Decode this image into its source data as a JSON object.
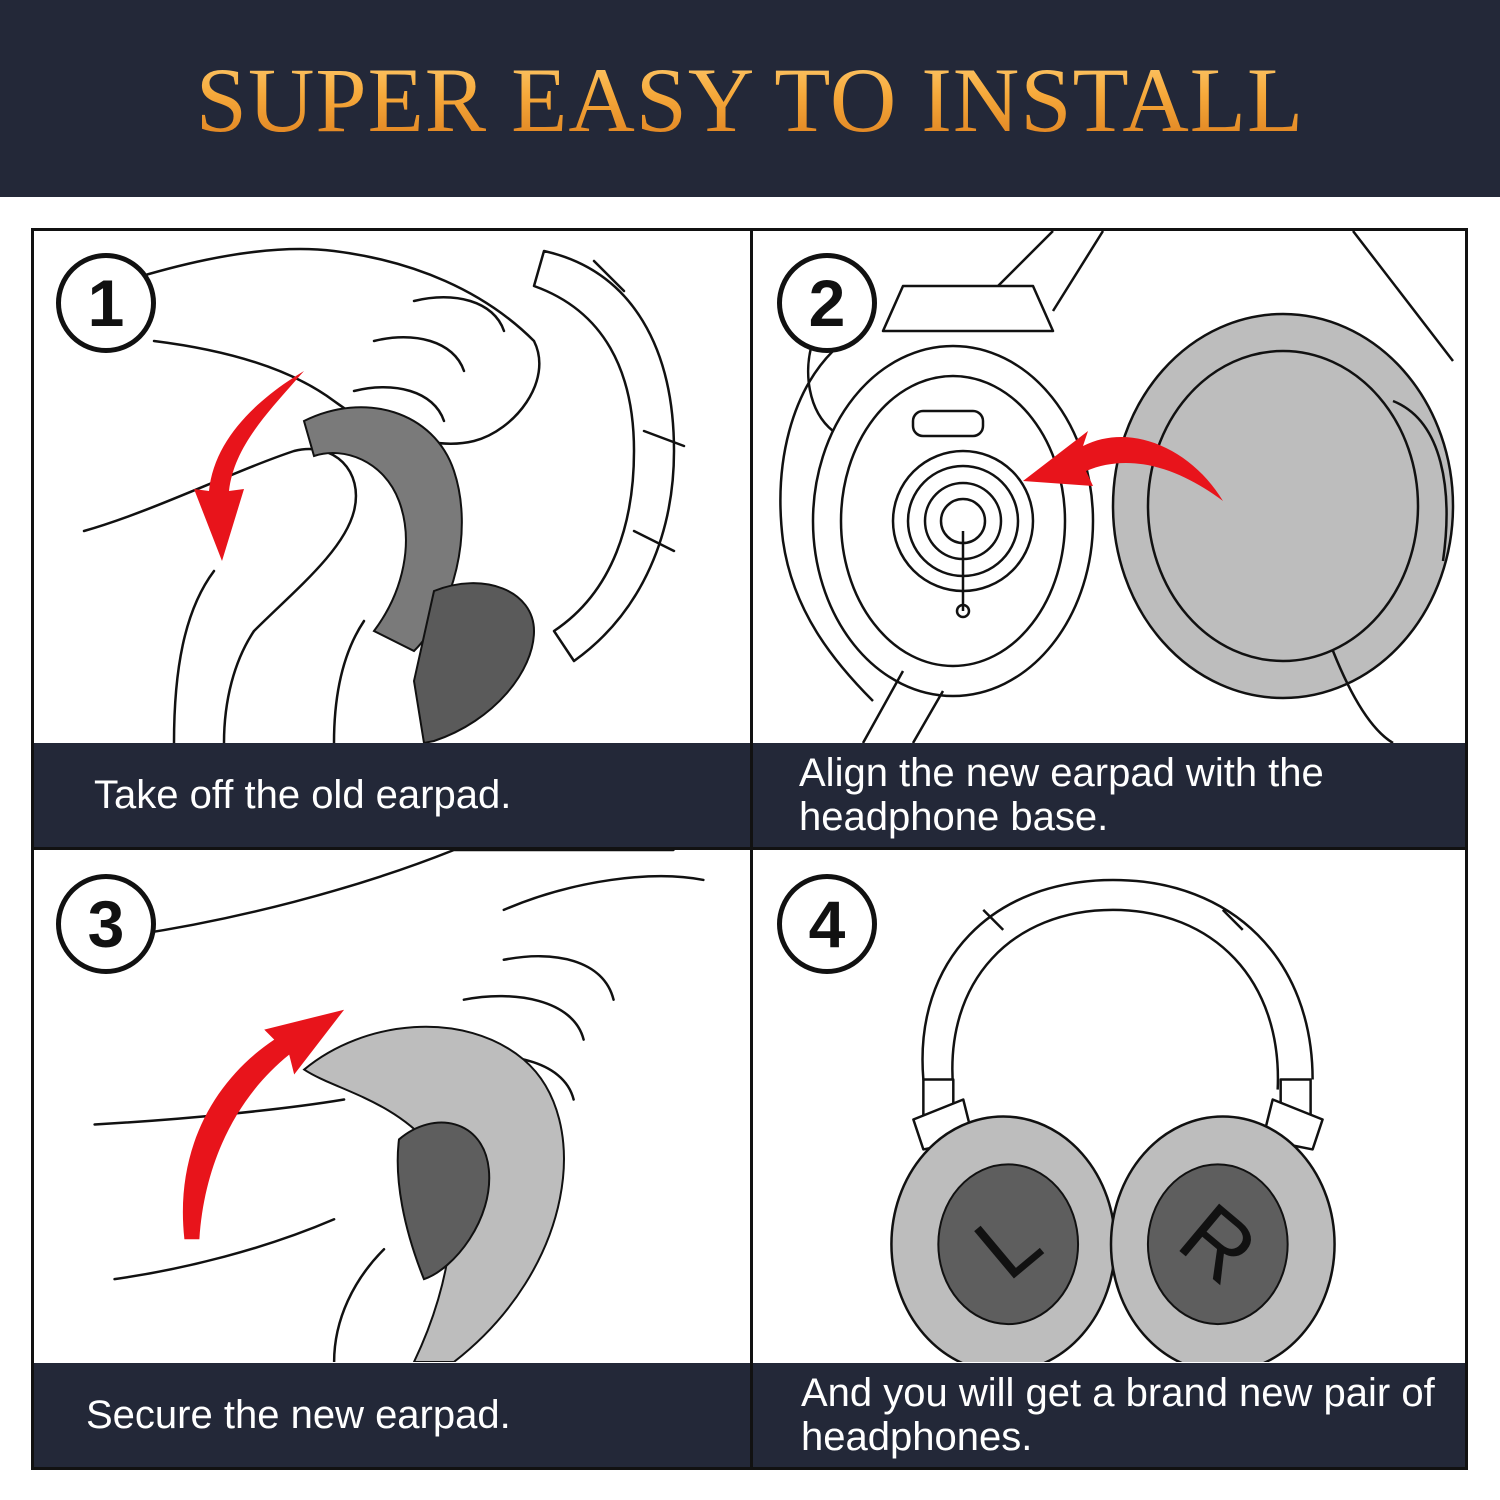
{
  "banner": {
    "title": "SUPER EASY TO INSTALL"
  },
  "steps": [
    {
      "number": "1",
      "caption": "Take off the old earpad."
    },
    {
      "number": "2",
      "caption": "Align the new earpad with the headphone base."
    },
    {
      "number": "3",
      "caption": "Secure the new earpad."
    },
    {
      "number": "4",
      "caption": "And you will get a brand new pair of headphones."
    }
  ],
  "earcup_labels": {
    "left": "L",
    "right": "R"
  },
  "icons": [
    "hand-icon",
    "headphone-icon",
    "earpad-icon",
    "arrow-icon"
  ],
  "colors": {
    "banner_bg": "#232838",
    "title_gold": "#f6a93b",
    "arrow_red": "#e8141b",
    "earpad_gray": "#bdbdbd",
    "earpad_dark": "#5e5e5e"
  }
}
